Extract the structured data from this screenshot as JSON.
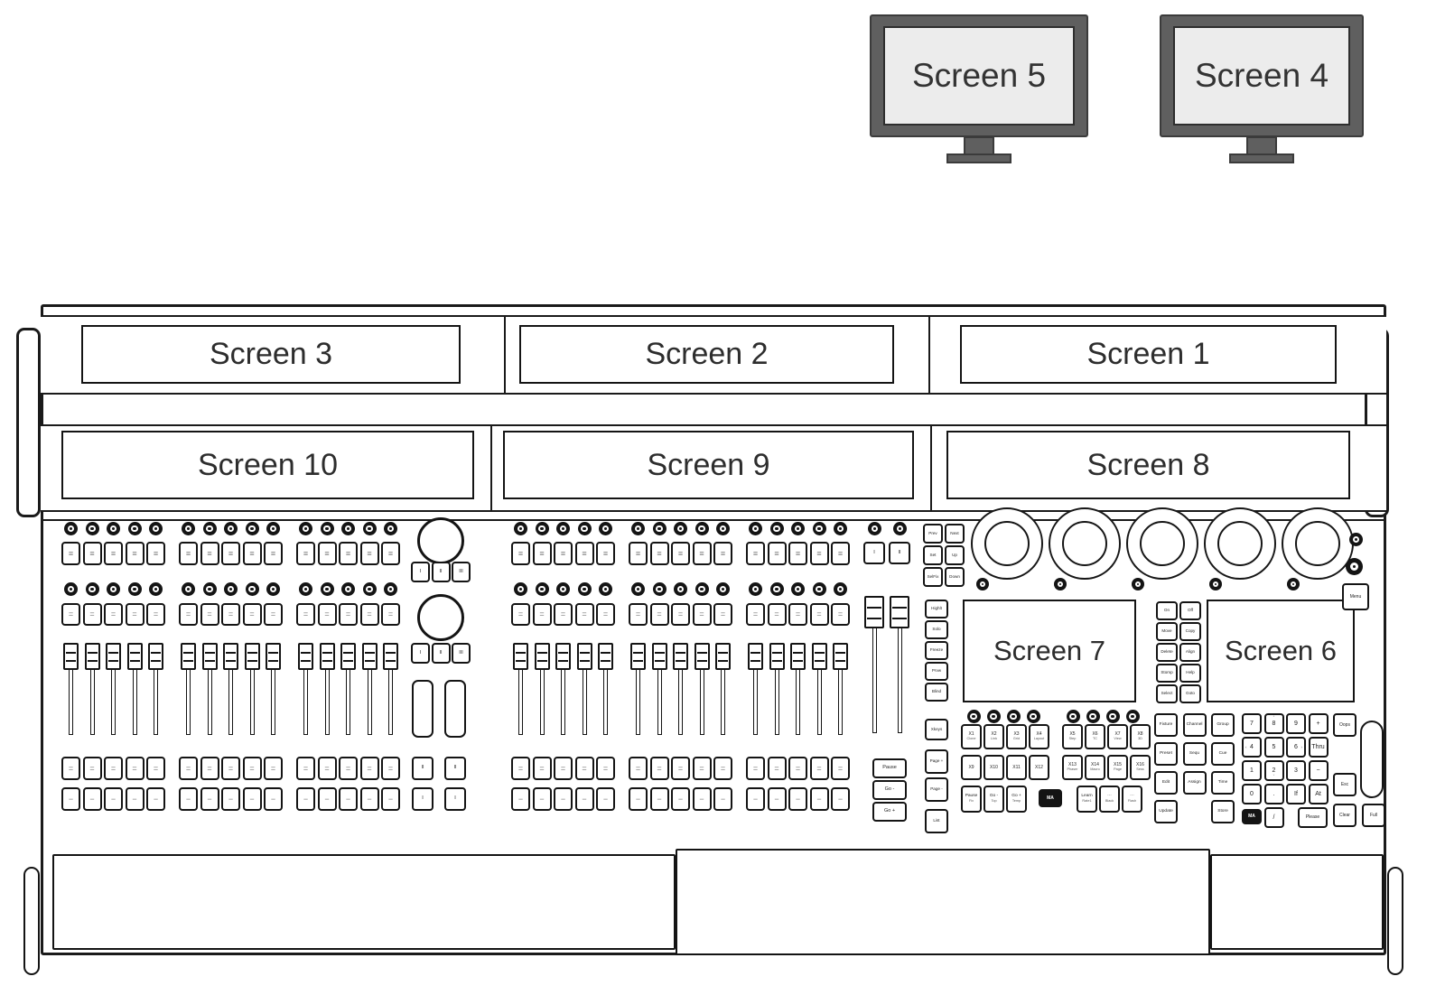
{
  "colors": {
    "line": "#1a1a1a",
    "monitor_bezel": "#5f5f5f",
    "monitor_screen": "#ececec",
    "key_dark_bg": "#141414",
    "label_text": "#2d2d2d"
  },
  "external_monitors": [
    {
      "id": "screen-5",
      "label": "Screen 5"
    },
    {
      "id": "screen-4",
      "label": "Screen 4"
    }
  ],
  "console": {
    "letterbox_screens": {
      "top_row": [
        "Screen 3",
        "Screen 2",
        "Screen 1"
      ],
      "bottom_row": [
        "Screen 10",
        "Screen 9",
        "Screen 8"
      ]
    },
    "master_screens": {
      "left": "Screen 7",
      "right": "Screen 6"
    },
    "fader_section": {
      "groups": 3,
      "channels_per_group": 5,
      "encoder_button_glyph": "≡",
      "select_button_glyph": "=",
      "assign_button_glyph": "=",
      "flash_button_glyph": "−"
    },
    "left_wing": {
      "rotary_select_buttons": [
        "I",
        "II",
        "III"
      ],
      "lower_button_rows": [
        [
          "II",
          "II"
        ],
        [
          "I",
          "I"
        ]
      ]
    },
    "middle_wing": {
      "select_buttons": [
        "I",
        "II"
      ],
      "playback_buttons": [
        "Pause",
        "Go -",
        "Go +"
      ]
    },
    "nav_keys": [
      [
        "Prev",
        "Next"
      ],
      [
        "Set",
        "Up"
      ],
      [
        "SelFix",
        "Down"
      ]
    ],
    "function_keys": [
      "Highlt",
      "Solo",
      "Freeze",
      "Prvw",
      "Blind"
    ],
    "page_keys": [
      "Xkeys",
      "Page +",
      "Page -",
      "List"
    ],
    "command_pair_keys": [
      [
        "On",
        "Off"
      ],
      [
        "Move",
        "Copy"
      ],
      [
        "Delete",
        "Align"
      ],
      [
        "Stomp",
        "Help"
      ],
      [
        "Select",
        "Goto"
      ]
    ],
    "menu_key": "Menu",
    "xkeys_row1": [
      {
        "label": "X1",
        "sub": "Clone"
      },
      {
        "label": "X2",
        "sub": "Link"
      },
      {
        "label": "X3",
        "sub": "Grid"
      },
      {
        "label": "X4",
        "sub": "Layout"
      },
      {
        "label": "X5",
        "sub": "Step"
      },
      {
        "label": "X6",
        "sub": "TC"
      },
      {
        "label": "X7",
        "sub": "View"
      },
      {
        "label": "X8",
        "sub": "3D"
      }
    ],
    "xkeys_row2": [
      {
        "label": "X9",
        "sub": ""
      },
      {
        "label": "X10",
        "sub": ""
      },
      {
        "label": "X11",
        "sub": ""
      },
      {
        "label": "X12",
        "sub": ""
      },
      {
        "label": "X13",
        "sub": "Phaser"
      },
      {
        "label": "X14",
        "sub": "Macro"
      },
      {
        "label": "X15",
        "sub": "Page"
      },
      {
        "label": "X16",
        "sub": "Sess"
      }
    ],
    "master_playback_keys": [
      {
        "label": "Pause",
        "sub": "Fix"
      },
      {
        "label": "Go -",
        "sub": "Top"
      },
      {
        "label": "Go +",
        "sub": "Temp"
      }
    ],
    "ma_key": "MA",
    "assign_row_keys": [
      {
        "label": "Learn",
        "sub": "Rate1"
      },
      {
        "label": "···",
        "sub": "Black"
      },
      {
        "label": "···",
        "sub": "Flash"
      }
    ],
    "command_grid_keys": [
      [
        "Fixture",
        "Channel",
        "Group"
      ],
      [
        "Preset",
        "Sequ",
        "Cue"
      ],
      [
        "Edit",
        "Assign",
        "Time"
      ],
      [
        "Update",
        "",
        "Store"
      ]
    ],
    "numpad_keys": [
      [
        {
          "label": "7"
        },
        {
          "label": "8",
          "mark": "up"
        },
        {
          "label": "9"
        },
        {
          "label": "+"
        }
      ],
      [
        {
          "label": "4",
          "mark": "left"
        },
        {
          "label": "5"
        },
        {
          "label": "6",
          "mark": "right"
        },
        {
          "label": "Thru"
        }
      ],
      [
        {
          "label": "1"
        },
        {
          "label": "2",
          "mark": "down"
        },
        {
          "label": "3"
        },
        {
          "label": "−"
        }
      ],
      [
        {
          "label": "0"
        },
        {
          "label": "."
        },
        {
          "label": "If"
        },
        {
          "label": "At"
        }
      ]
    ],
    "numpad_marks": {
      "up": "ˆ",
      "down": "ˇ",
      "left": "‹",
      "right": "›"
    },
    "numpad_bottom_keys": [
      {
        "label": "MA",
        "dark": true
      },
      {
        "label": "/"
      },
      {
        "label": "Please",
        "wide": true
      }
    ],
    "edge_keys": {
      "oops": "Oops",
      "esc": "Esc",
      "clear": "Clear",
      "full": "Full"
    }
  }
}
